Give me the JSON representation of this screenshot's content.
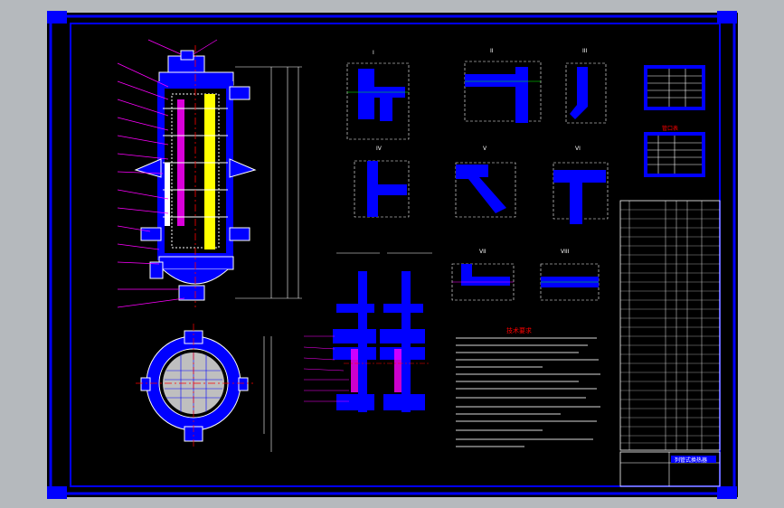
{
  "drawing": {
    "section_labels": [
      "I",
      "II",
      "III",
      "IV",
      "V",
      "VI",
      "VII",
      "VIII"
    ],
    "tables": {
      "small_table_title": "",
      "nozzle_table_title": "管口表",
      "title_block_name": "列管式换热器"
    },
    "notes_title": "技术要求",
    "colors": {
      "canvas": "#000000",
      "outer_bg": "#b5b9bd",
      "frame": "#0000ff",
      "line_white": "#ffffff",
      "accent_yellow": "#ffff00",
      "accent_magenta": "#ff00ff",
      "accent_green": "#00ff00",
      "accent_red": "#ff0000"
    }
  }
}
